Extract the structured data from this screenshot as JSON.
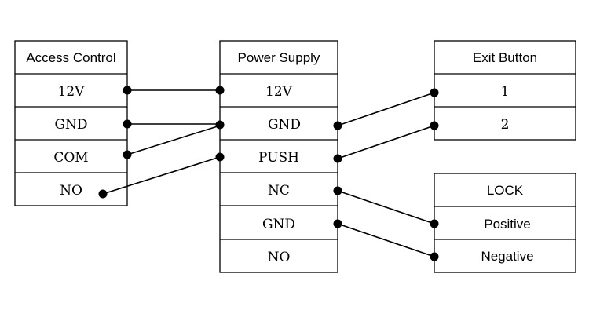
{
  "access_control": {
    "title": "Access Control",
    "rows": [
      "12V",
      "GND",
      "COM",
      "NO"
    ]
  },
  "power_supply": {
    "title": "Power Supply",
    "rows": [
      "12V",
      "GND",
      "PUSH",
      "NC",
      "GND",
      "NO"
    ]
  },
  "exit_button": {
    "title": "Exit Button",
    "rows": [
      "1",
      "2"
    ]
  },
  "lock": {
    "title": "LOCK",
    "rows": [
      "Positive",
      "Negative"
    ]
  },
  "connections": [
    {
      "from": "access_control.12V",
      "to": "power_supply.12V"
    },
    {
      "from": "access_control.GND",
      "to": "power_supply.GND"
    },
    {
      "from": "access_control.COM",
      "to": "power_supply.GND"
    },
    {
      "from": "access_control.NO",
      "to": "power_supply.PUSH"
    },
    {
      "from": "power_supply.GND",
      "to": "exit_button.1"
    },
    {
      "from": "power_supply.PUSH",
      "to": "exit_button.2"
    },
    {
      "from": "power_supply.NC",
      "to": "lock.Positive"
    },
    {
      "from": "power_supply.GND",
      "to": "lock.Negative"
    }
  ]
}
